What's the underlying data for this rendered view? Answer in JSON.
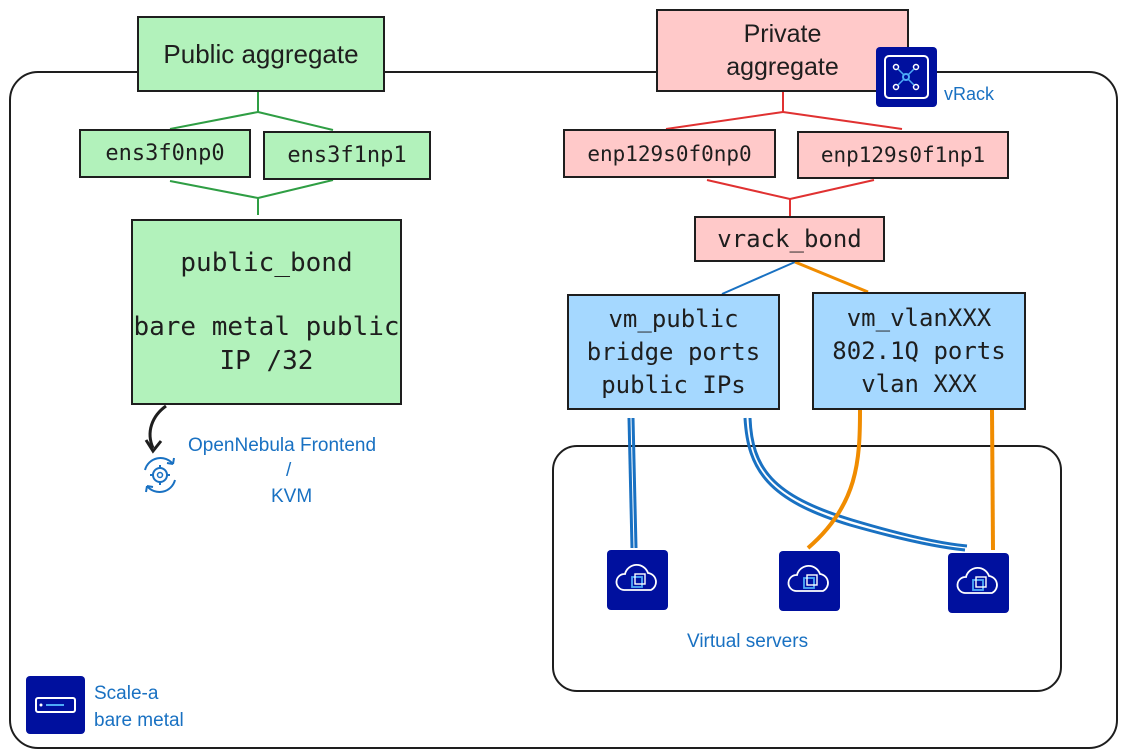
{
  "public_aggregate": {
    "label": "Public aggregate"
  },
  "private_aggregate": {
    "label": "Private\naggregate"
  },
  "public_ifaces": [
    "ens3f0np0",
    "ens3f1np1"
  ],
  "private_ifaces": [
    "enp129s0f0np0",
    "enp129s0f1np1"
  ],
  "public_bond": {
    "name": "public_bond",
    "desc": "bare metal public\nIP /32"
  },
  "vrack_bond": {
    "name": "vrack_bond"
  },
  "vm_public": {
    "text": "vm_public\nbridge ports\npublic IPs"
  },
  "vm_vlan": {
    "text": "vm_vlanXXX\n802.1Q ports\nvlan XXX"
  },
  "vrack": {
    "label": "vRack",
    "icon": "vrack-icon"
  },
  "frontend": {
    "line1": "OpenNebula Frontend",
    "line2": "/",
    "line3": "KVM",
    "icon": "gear-refresh-icon"
  },
  "virtual_servers": {
    "label": "Virtual servers",
    "icon": "cloud-server-icon"
  },
  "scale": {
    "label": "Scale-a\nbare metal",
    "icon": "server-icon"
  },
  "colors": {
    "green": "#b2f2bb",
    "green_line": "#2f9e44",
    "red": "#ffc9c9",
    "red_line": "#e03131",
    "blue": "#a5d8ff",
    "blue_line": "#1971c2",
    "orange_line": "#f08c00",
    "icon_bg": "#00109e"
  }
}
